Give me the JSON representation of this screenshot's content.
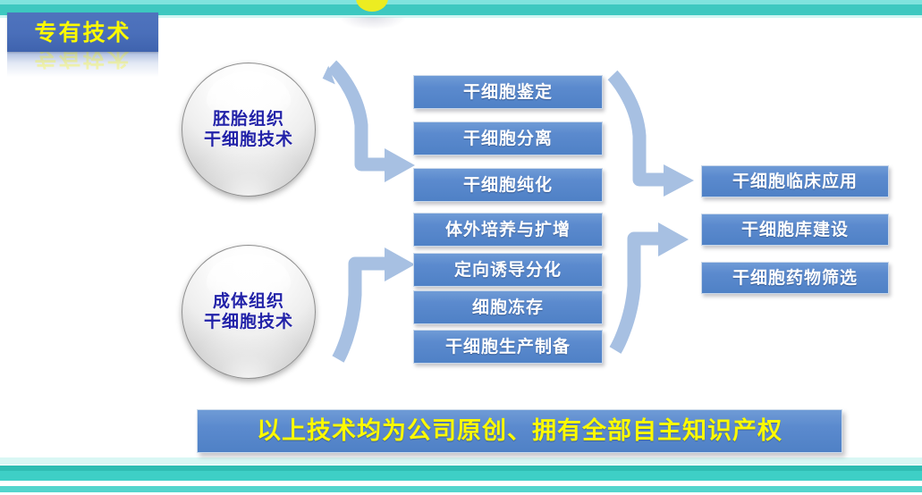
{
  "slide": {
    "title_tab": "专有技术",
    "background_color": "#ffffff",
    "accent_teal": "#3ecfc6",
    "accent_blue": "#5b8ace",
    "accent_yellow": "#fcf900",
    "title_text_color": "#fcf900"
  },
  "sources": [
    {
      "id": "embryonic",
      "line1": "胚胎组织",
      "line2": "干细胞技术"
    },
    {
      "id": "adult",
      "line1": "成体组织",
      "line2": "干细胞技术"
    }
  ],
  "middle_column": [
    {
      "label": "干细胞鉴定"
    },
    {
      "label": "干细胞分离"
    },
    {
      "label": "干细胞纯化"
    },
    {
      "label": "体外培养与扩增"
    },
    {
      "label": "定向诱导分化"
    },
    {
      "label": "细胞冻存"
    },
    {
      "label": "干细胞生产制备"
    }
  ],
  "right_column": [
    {
      "label": "干细胞临床应用"
    },
    {
      "label": "干细胞库建设"
    },
    {
      "label": "干细胞药物筛选"
    }
  ],
  "banner": {
    "text": "以上技术均为公司原创、拥有全部自主知识产权"
  }
}
